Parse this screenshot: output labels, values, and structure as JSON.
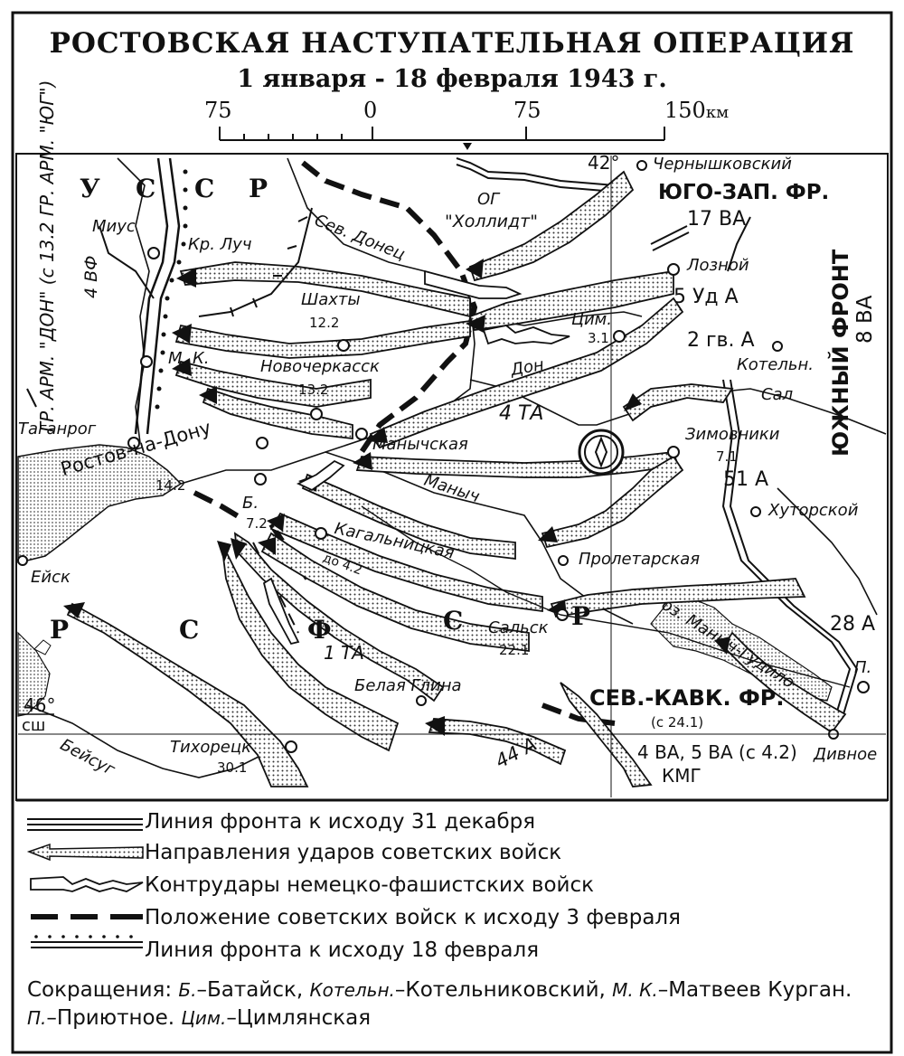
{
  "title": "РОСТОВСКАЯ НАСТУПАТЕЛЬНАЯ ОПЕРАЦИЯ",
  "subtitle": "1 января - 18 февраля 1943 г.",
  "scale": {
    "ticks": [
      "75",
      "0",
      "75",
      "150"
    ],
    "unit": "км"
  },
  "country": {
    "top": [
      "У",
      "С",
      "С",
      "Р"
    ],
    "bottom": [
      "Р",
      "С",
      "Ф",
      "С",
      "Р"
    ]
  },
  "rivers": {
    "seversky_donets": "Сев. Донец",
    "mius": "Миус",
    "don": "Дон",
    "manych": "Маныч",
    "sal": "Сал",
    "beisug": "Бейсуг",
    "lake": "оз. Маныч-Гудило"
  },
  "cities": {
    "chernyshkovsky": "Чернышковский",
    "lozny": "Лозной",
    "kr_luch": "Кр. Луч",
    "shakhty": "Шахты",
    "shakhty_date": "12.2",
    "tsim": "Цим.",
    "tsim_date": "3.1",
    "mk": "М. К.",
    "novocherkassk": "Новочеркасск",
    "novocherkassk_date": "13.2",
    "kotelnikovsky": "Котельн.",
    "taganrog": "Таганрог",
    "rostov": "Ростов-на-Дону",
    "rostov_date": "14.2",
    "manychskaya": "Манычская",
    "zimovniki": "Зимовники",
    "zimovniki_date": "7.1",
    "b": "Б.",
    "b_date": "7.2",
    "khutorskoy": "Хуторской",
    "kagalnitskaya": "Кагальницкая",
    "do_date": "до 4.2",
    "proletarskaya": "Пролетарская",
    "eysk": "Ейск",
    "salsk": "Сальск",
    "salsk_date": "22.1",
    "p": "П.",
    "belaya_glina": "Белая Глина",
    "tikhoretsk": "Тихорецк",
    "tikhoretsk_date": "30.1",
    "divnoe": "Дивное"
  },
  "units": {
    "hollidt": [
      "ОГ",
      "\"Холлидт\""
    ],
    "sw_front": "ЮГО-ЗАП. ФР.",
    "va17": "17 ВА",
    "uda5": "5 Уд А",
    "gva2": "2 гв. А",
    "ta4": "4 ТА",
    "a51": "51 А",
    "a28": "28 А",
    "ta1": "1 ТА",
    "a44": "44 А",
    "ncf": "СЕВ.-КАВК. ФР.",
    "ncf_date": "(с 24.1)",
    "va45": "4 ВА, 5 ВА (с 4.2)",
    "kmg": "КМГ",
    "south_front": "ЮЖНЫЙ ФРОНТ",
    "va8": "8 ВА",
    "army_groups": "ГР. АРМ. \"ДОН\" (с 13.2 ГР. АРМ. \"ЮГ\")",
    "vf4": "4 ВФ"
  },
  "coords": {
    "lat42": "42°",
    "lat46": "46°",
    "ssh": "сш"
  },
  "legend": [
    "Линия фронта к исходу 31 декабря",
    "Направления ударов советских войск",
    "Контрудары немецко-фашистских войск",
    "Положение советских войск к исходу 3 февраля",
    "Линия фронта к исходу 18 февраля"
  ],
  "notes": {
    "prefix": "Сокращения:",
    "items": [
      {
        "abbr": "Б.",
        "full": "Батайск"
      },
      {
        "abbr": "Котельн.",
        "full": "Котельниковский"
      },
      {
        "abbr": "М. К.",
        "full": "Матвеев Курган"
      },
      {
        "abbr": "П.",
        "full": "Приютное"
      },
      {
        "abbr": "Цим.",
        "full": "Цимлянская"
      }
    ]
  }
}
